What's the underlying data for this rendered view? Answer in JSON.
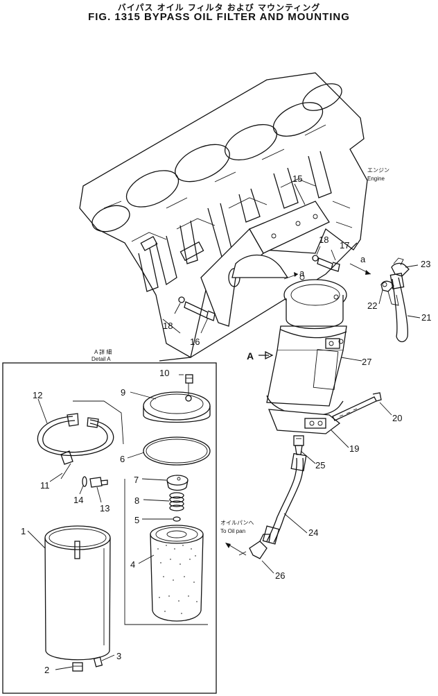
{
  "header": {
    "japanese_title": "バイパス オイル フィルタ および マウンティング",
    "figure_title": "FIG. 1315  BYPASS OIL FILTER AND MOUNTING"
  },
  "annotations": {
    "engine_jp": "エンジン",
    "engine_en": "Engine",
    "detail_jp": "A 詳 細",
    "detail_en": "Detail A",
    "oil_pan_jp": "オイルパンへ",
    "oil_pan_en": "To Oil pan",
    "view_a": "A",
    "section_a1": "a",
    "section_a2": "a"
  },
  "callouts": {
    "p1": "1",
    "p2": "2",
    "p3": "3",
    "p4": "4",
    "p5": "5",
    "p6": "6",
    "p7": "7",
    "p8": "8",
    "p9": "9",
    "p10": "10",
    "p11": "11",
    "p12": "12",
    "p13": "13",
    "p14": "14",
    "p15": "15",
    "p16": "16",
    "p17": "17",
    "p18a": "18",
    "p18b": "18",
    "p19": "19",
    "p20": "20",
    "p21": "21",
    "p22": "22",
    "p23": "23",
    "p24": "24",
    "p25": "25",
    "p26": "26",
    "p27": "27"
  },
  "colors": {
    "ink": "#111111",
    "paper": "#ffffff"
  }
}
